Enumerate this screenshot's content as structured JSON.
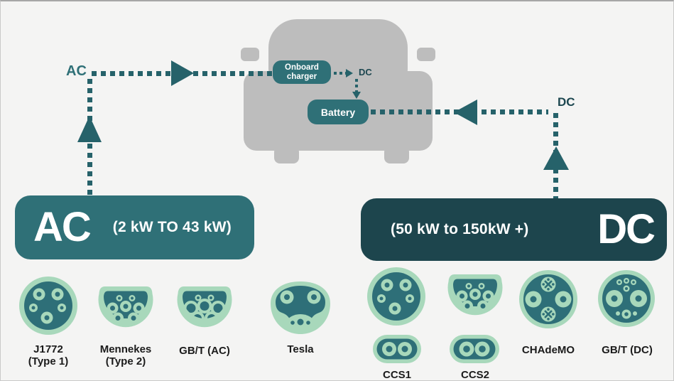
{
  "flow": {
    "ac_source_label": "AC",
    "onboard_charger_label": "Onboard charger",
    "dc_link_label": "DC",
    "battery_label": "Battery",
    "dc_source_label": "DC"
  },
  "power_bands": {
    "ac": {
      "title": "AC",
      "range": "(2 kW TO 43 kW)"
    },
    "dc": {
      "title": "DC",
      "range": "(50 kW to 150kW +)"
    }
  },
  "connectors": {
    "ac": [
      {
        "icon": "j1772-connector-icon",
        "line1": "J1772",
        "line2": "(Type 1)"
      },
      {
        "icon": "mennekes-connector-icon",
        "line1": "Mennekes",
        "line2": "(Type 2)"
      },
      {
        "icon": "gbt-ac-connector-icon",
        "line1": "GB/T (AC)"
      },
      {
        "icon": "tesla-connector-icon",
        "line1": "Tesla"
      }
    ],
    "dc": [
      {
        "icon": "ccs1-connector-icon",
        "line1": "CCS1"
      },
      {
        "icon": "ccs2-connector-icon",
        "line1": "CCS2"
      },
      {
        "icon": "chademo-connector-icon",
        "line1": "CHAdeMO"
      },
      {
        "icon": "gbt-dc-connector-icon",
        "line1": "GB/T (DC)"
      }
    ]
  },
  "colors": {
    "teal": "#2F7077",
    "dark_teal": "#1D454D",
    "line": "#26626A",
    "mint": "#A8D8BB",
    "connector_inner": "#2E6F78",
    "car_gray": "#BDBDBD",
    "background": "#F4F4F3",
    "label_text": "#1B1B1B",
    "white": "#FFFFFF"
  }
}
